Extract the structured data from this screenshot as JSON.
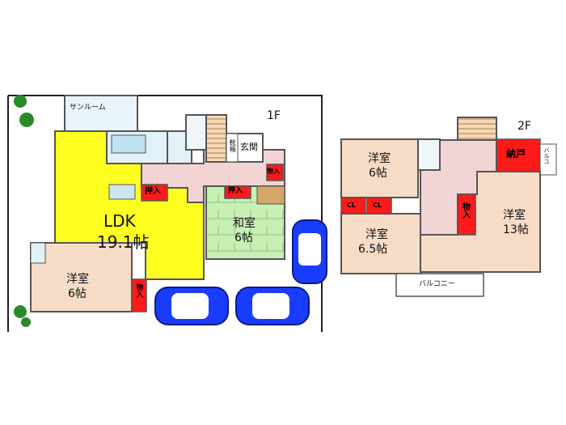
{
  "floor1": {
    "floor_label": "1F",
    "sunroom": "サンルーム",
    "ldk": {
      "name": "LDK",
      "size": "19.1帖"
    },
    "western_room": {
      "name": "洋室",
      "size": "6帖"
    },
    "japanese_room": {
      "name": "和室",
      "size": "6帖"
    },
    "entrance": "玄関",
    "shoe_box": "靴箱",
    "oshiire_1": "押入",
    "oshiire_2": "押入",
    "storage_1": "物入",
    "storage_2": "物入"
  },
  "floor2": {
    "floor_label": "2F",
    "room_a": {
      "name": "洋室",
      "size": "6帖"
    },
    "room_b": {
      "name": "洋室",
      "size": "6.5帖"
    },
    "room_c": {
      "name": "洋室",
      "size": "13帖"
    },
    "closet_1": "CL",
    "closet_2": "CL",
    "nando": "納戸",
    "storage": "物入",
    "balcony": "バルコニー",
    "balcony_small": "バルコ"
  },
  "colors": {
    "ldk": "#ffff22",
    "western": "#f6dcc6",
    "japanese": "#c8f0b4",
    "hall": "#f2d4d4",
    "storage_red": "#ff1a1a",
    "car": "#1a3cff",
    "wall": "#555555"
  }
}
